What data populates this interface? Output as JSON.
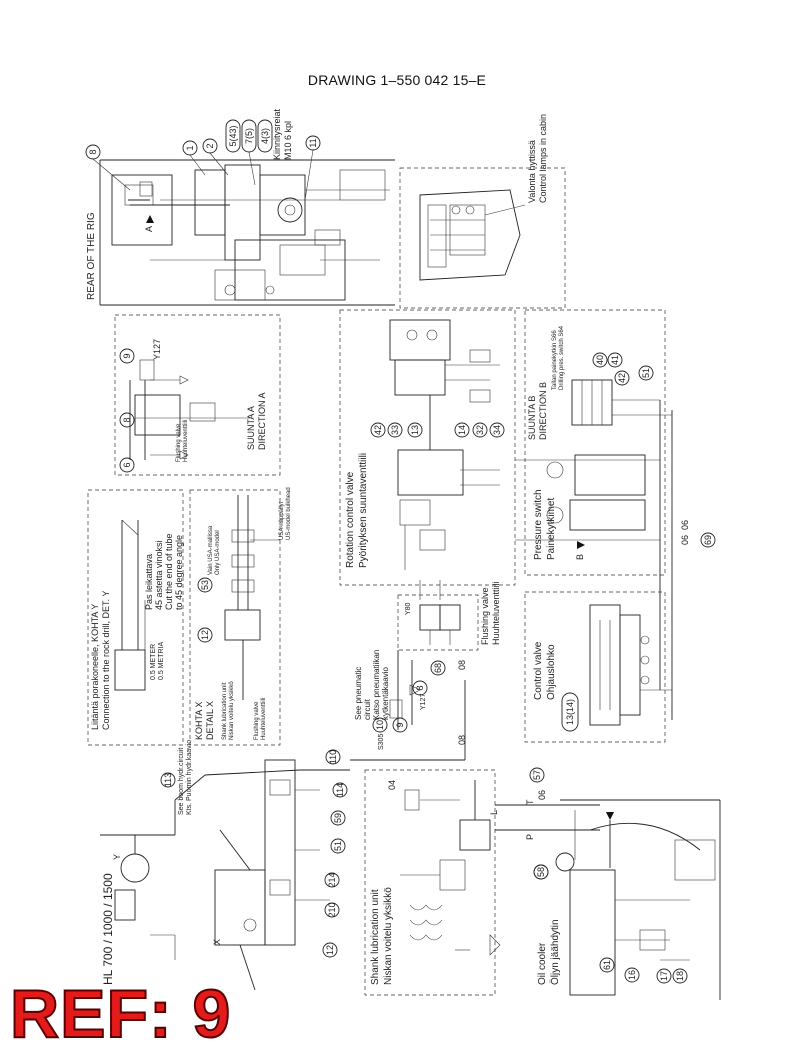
{
  "title": "DRAWING 1–550 042 15–E",
  "ref": "REF: 9",
  "labels": {
    "rear_of_rig": "REAR OF THE RIG",
    "kiinnitysreiat_1": "Kiinnitysreiat",
    "kiinnitysreiat_2": "M10 6 kpl",
    "valonta_1": "Valonta hyttissä",
    "valonta_2": "Control lamps in cabin",
    "y127": "Y127",
    "suunta_a_1": "SUUNTA A",
    "suunta_a_2": "DIRECTION A",
    "flushing_valve_small": "Flushing valve",
    "flushing_fi_small": "Huuhteluventtiili",
    "rotation_1": "Rotation control valve",
    "rotation_2": "Pyörityksen suuntaventtiili",
    "suunta_b_1": "SUUNTA B",
    "suunta_b_2": "DIRECTION B",
    "drilling_1": "Tallan painekytkin S66",
    "drilling_2": "Drilling pres. switch S64",
    "pressure_1": "Pressure switch",
    "pressure_2": "Painekytkimet",
    "usa_1": "USA-näppäilyt",
    "usa_2": "US-model bulkhead",
    "liitanta_1": "Liitäntä porakoneelle, KOHTA Y",
    "liitanta_2": "Connection to the rock drill, DET. Y",
    "cut_1": "Pas leikattava",
    "cut_2": "45 astetta vinoksi",
    "cut_3": "Cut the end of tube",
    "cut_4": "to 45 degree angle",
    "usa_model_1": "Vain USA-mallissa",
    "usa_model_2": "Only USA-model",
    "meter_1": "0.5 METER",
    "meter_2": "0.5 METRIA",
    "kohta_x_1": "KOHTA X",
    "kohta_x_2": "DETAIL X",
    "shank_small_1": "Shank lubrication unit",
    "shank_small_2": "Niskan voitelu yksikkö",
    "flush_small_1": "Flushing valve",
    "flush_small_2": "Huuhteluventtiili",
    "flushing_valve_1": "Flushing valve",
    "flushing_valve_2": "Huuhteluventtiili",
    "y80": "Y80",
    "y127b": "Y127",
    "s305": "S305",
    "pneu_1": "See pneumatic",
    "pneu_2": "circuit",
    "pneu_3": "Katso pneumatiikan",
    "pneu_4": "kytkentäkaavio",
    "boom_1": "See boom hydr.circuit",
    "boom_2": "Kts. Puomin hydr.kaavio",
    "hl": "HL 700 / 1000 / 1500",
    "control_1": "Control valve",
    "control_2": "Ohjauslohko",
    "shank_1": "Shank lubrication unit",
    "shank_2": "Niskan voitelu yksikkö",
    "oil_1": "Oil cooler",
    "oil_2": "Öljyn jäähdytin",
    "code_08a": "08",
    "code_08b": "08",
    "code_06a": "06",
    "code_06b": "06",
    "code_06c": "06",
    "code_04": "04",
    "letter_a": "A",
    "letter_b": "B",
    "letter_x": "X",
    "letter_y": "Y",
    "letter_p": "P",
    "letter_t": "T",
    "letter_l": "L"
  },
  "bubbles": [
    "8",
    "1",
    "2",
    "5(43)",
    "7(5)",
    "4(3)",
    "11",
    "9",
    "8",
    "6",
    "42",
    "33",
    "13",
    "14",
    "32",
    "34",
    "40",
    "41",
    "42",
    "51",
    "53",
    "12",
    "10",
    "9",
    "8",
    "68",
    "69",
    "13(14)",
    "110",
    "113",
    "114",
    "59",
    "51",
    "214",
    "210",
    "12",
    "57",
    "58",
    "61",
    "16",
    "17",
    "18"
  ],
  "colors": {
    "ref": "#e31b1b",
    "line": "#222222"
  }
}
